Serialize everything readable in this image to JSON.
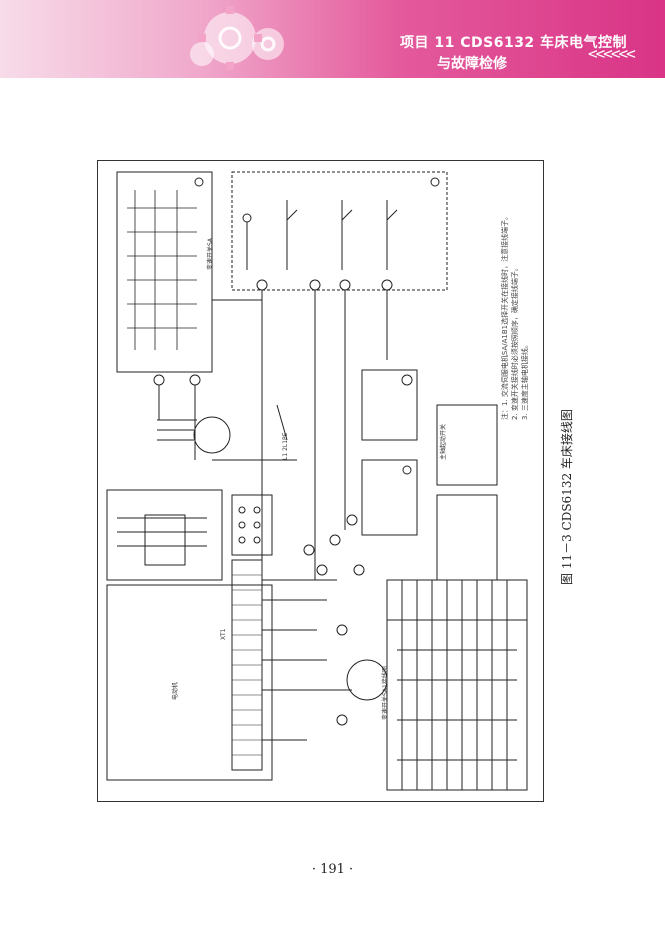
{
  "header": {
    "title": "项目 11   CDS6132 车床电气控制",
    "subtitle": "与故障检修",
    "chevrons": "<<<<<<"
  },
  "figure": {
    "caption": "图 11－3   CDS6132 车床接线图",
    "notes": [
      "注：1. 交流伺服电机SA/A1B1选择开关在接线时，注意接线端子。",
      "2. 变速开关接线时必须按照顺序，确定接线端子。",
      "3. 三速度主轴电机接线。"
    ],
    "labels": {
      "xt1": "XT1",
      "motor_label": "电动机",
      "sa_changeover": "变速开关SA",
      "sa1_table": "变速开关SA1接线图",
      "spindle_start": "主轴起动开关",
      "l1_label": "L1 2L1PE"
    }
  },
  "page_number": "· 191 ·",
  "colors": {
    "header_light": "#f7dce9",
    "header_dark": "#d93486",
    "header_text": "#ffffff",
    "line": "#222222"
  }
}
